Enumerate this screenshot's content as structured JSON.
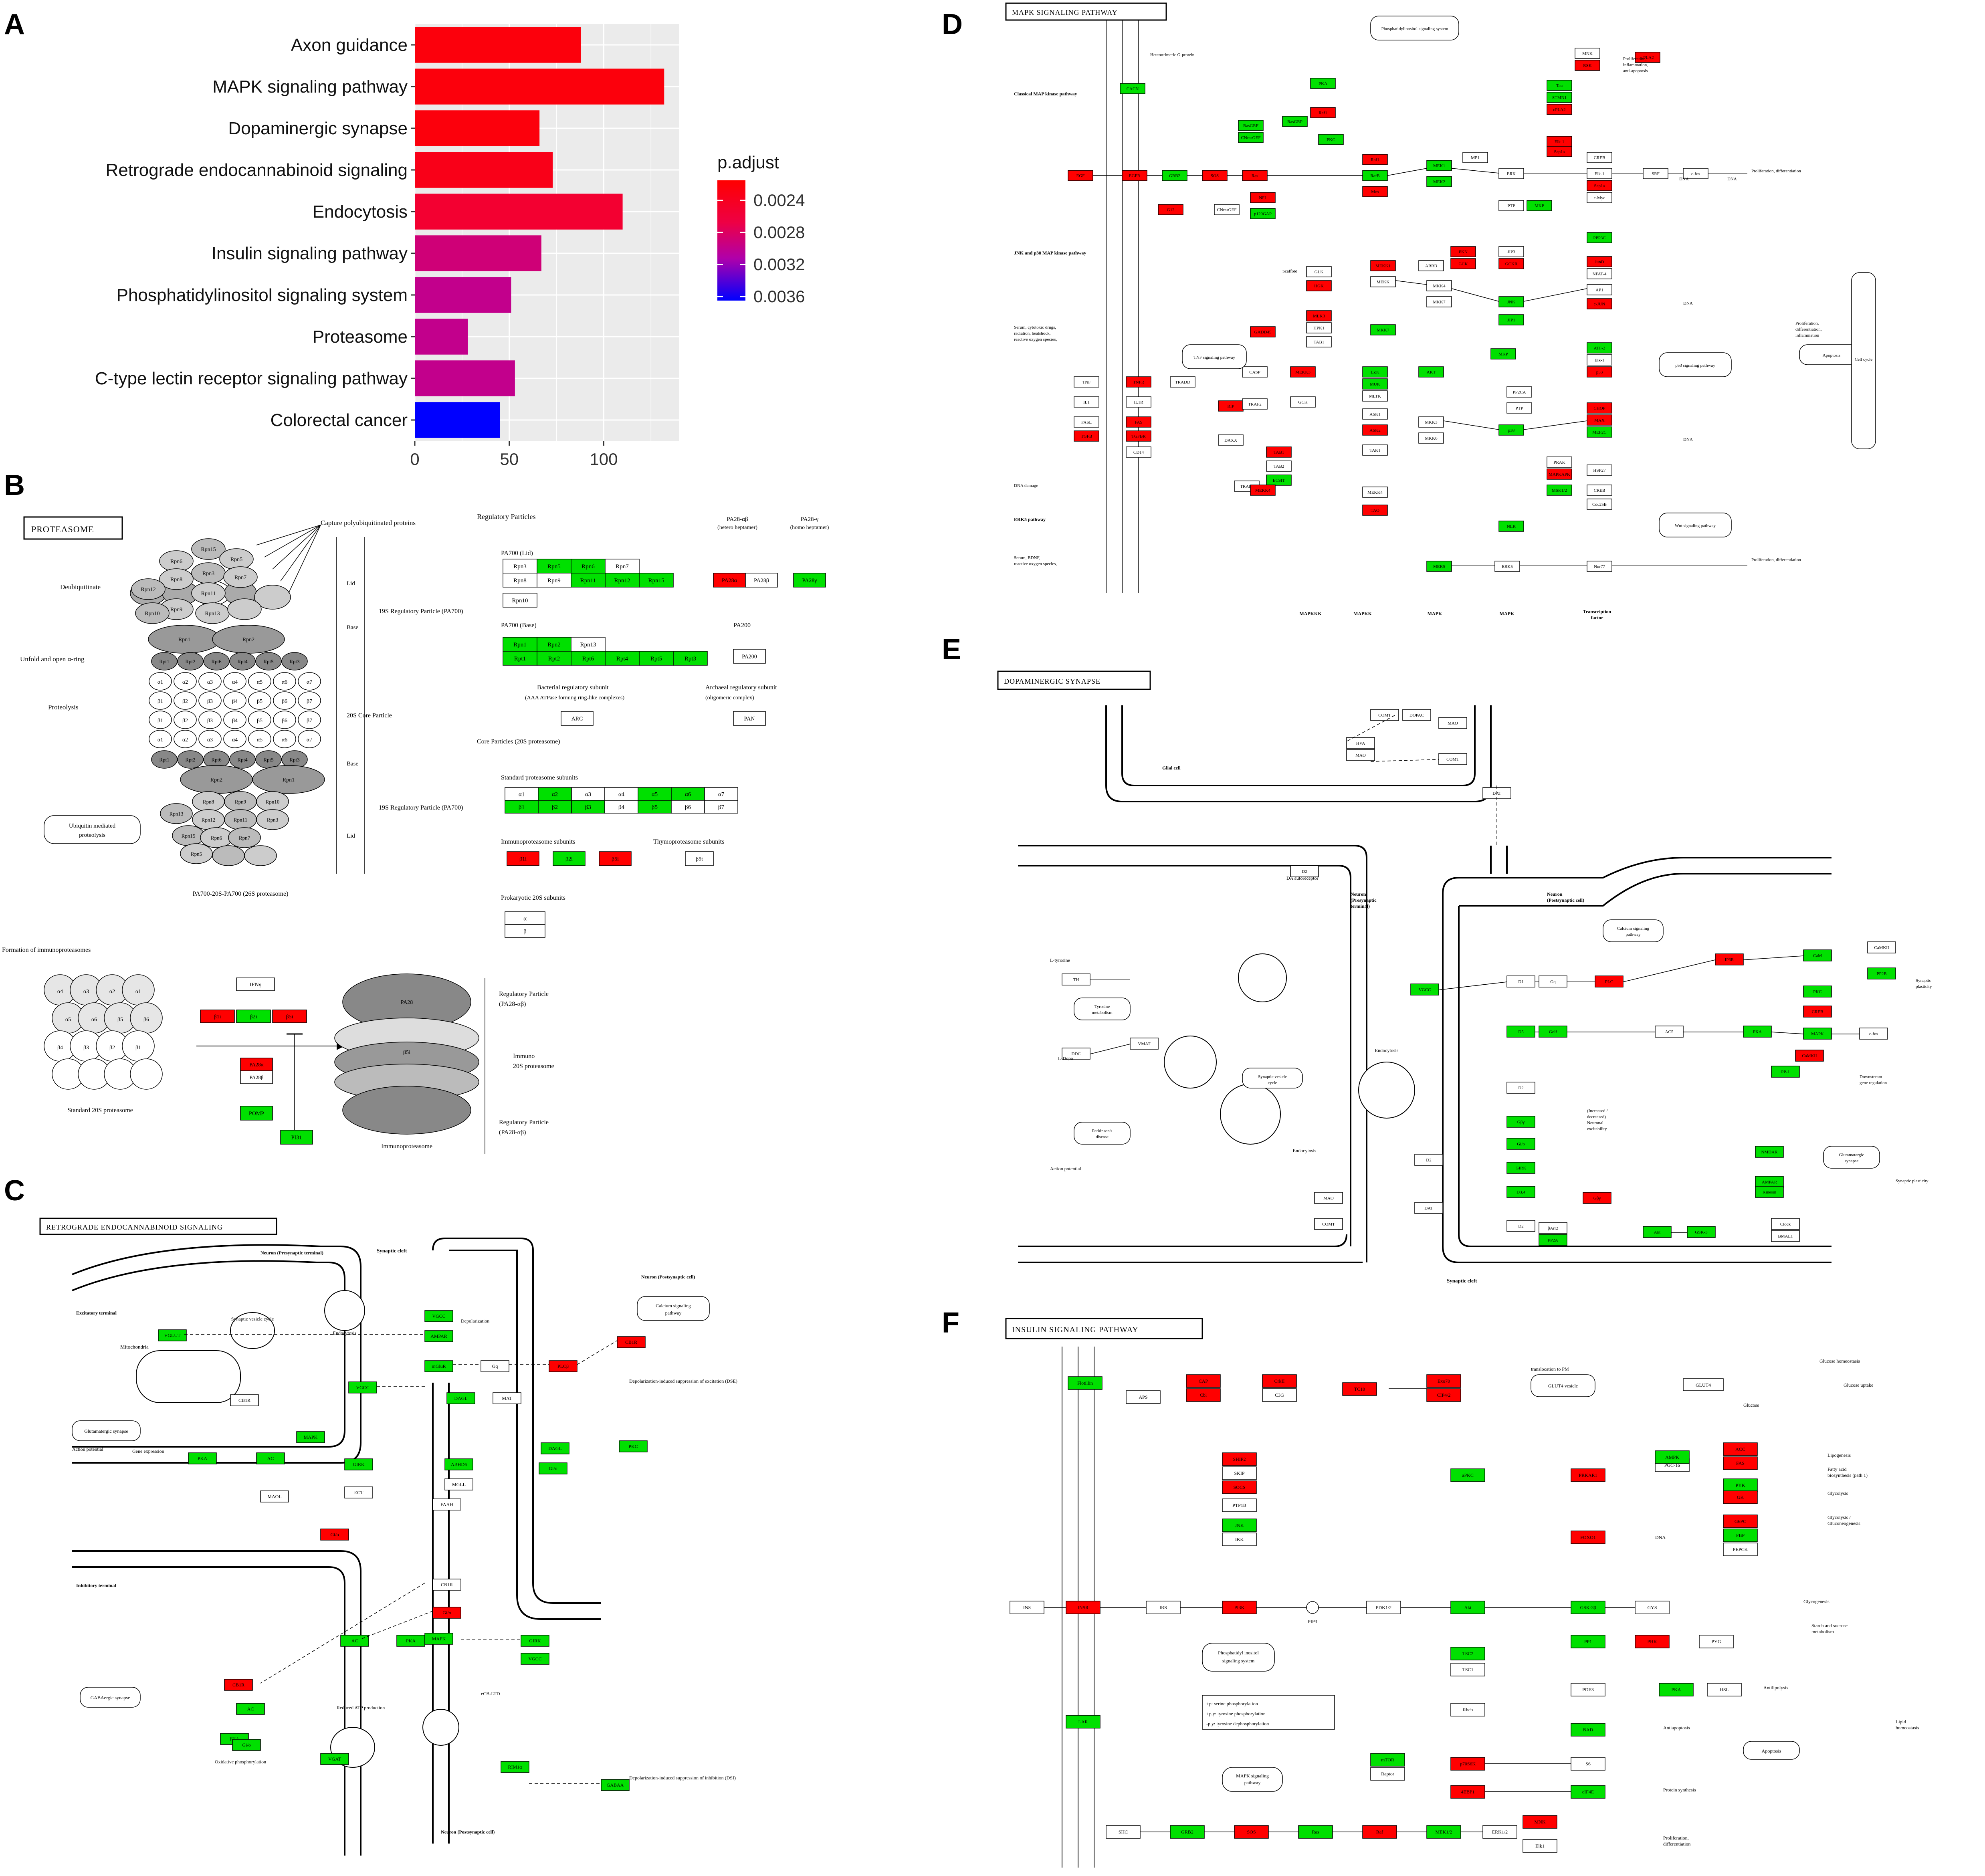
{
  "panels": {
    "A": "A",
    "B": "B",
    "C": "C",
    "D": "D",
    "E": "E",
    "F": "F"
  },
  "chart_data": {
    "type": "bar",
    "orientation": "horizontal",
    "categories": [
      "Axon guidance",
      "MAPK signaling pathway",
      "Dopaminergic synapse",
      "Retrograde endocannabinoid signaling",
      "Endocytosis",
      "Insulin signaling pathway",
      "Phosphatidylinositol signaling system",
      "Proteasome",
      "C-type lectin receptor signaling pathway",
      "Colorectal cancer"
    ],
    "values": [
      88,
      132,
      66,
      73,
      110,
      67,
      51,
      28,
      53,
      45
    ],
    "p_adjust": [
      0.0022,
      0.0022,
      0.0022,
      0.0023,
      0.0025,
      0.0029,
      0.003,
      0.003,
      0.003,
      0.0037
    ],
    "xlim": [
      0,
      140
    ],
    "xticks": [
      "0",
      "50",
      "100"
    ],
    "legend": {
      "title": "p.adjust",
      "ticks": [
        "0.0024",
        "0.0028",
        "0.0032",
        "0.0036"
      ],
      "low_color": "#ff0000",
      "high_color": "#0000ff",
      "placement": "right"
    },
    "grid": true,
    "background": "#ebebeb"
  },
  "proteasome": {
    "title": "PROTEASOME",
    "labels": [
      "Capture polyubiquitinated proteins",
      "Deubiquitinate",
      "Unfold and open α-ring",
      "Proteolysis",
      "Lid",
      "Base",
      "19S Regulatory Particle (PA700)",
      "20S Core Particle",
      "Ubiquitin mediated proteolysis",
      "PA700-20S-PA700 (26S proteasome)",
      "Regulatory Particles",
      "PA700 (Lid)",
      "PA700 (Base)",
      "PA28-αβ (hetero heptamer)",
      "PA28-γ (homo heptamer)",
      "PA200",
      "Bacterial regulatory subunit",
      "ARC",
      "Archaeal regulatory subunit",
      "PAN",
      "Core Particles (20S proteasome)",
      "Standard proteasome subunits",
      "Immunoproteasome subunits",
      "Thymoproteasome subunits",
      "Prokaryotic 20S subunits",
      "Formation of immunoproteasomes",
      "IFNγ",
      "POMP",
      "PI31",
      "Standard 20S proteasome",
      "Immunoproteasome",
      "Regulatory Particle (PA28-αβ)",
      "Immuno 20S proteasome"
    ],
    "lid_top": [
      "Rpn3",
      "Rpn5",
      "Rpn6",
      "Rpn7"
    ],
    "lid_bottom": [
      "Rpn8",
      "Rpn9",
      "Rpn11",
      "Rpn12",
      "Rpn15"
    ],
    "base_top": [
      "Rpn1",
      "Rpn2",
      "Rpn13"
    ],
    "base_bottom": [
      "Rpt1",
      "Rpt2",
      "Rpt6",
      "Rpt4",
      "Rpt5",
      "Rpt3"
    ],
    "alpha": [
      "α1",
      "α2",
      "α3",
      "α4",
      "α5",
      "α6",
      "α7"
    ],
    "beta": [
      "β1",
      "β2",
      "β3",
      "β4",
      "β5",
      "β6",
      "β7"
    ],
    "pa28": [
      "PA28α",
      "PA28β",
      "PA28γ"
    ],
    "immuno": [
      "β1i",
      "β2i",
      "β5i"
    ],
    "thymo": "β5t",
    "prok": [
      "α",
      "β"
    ]
  },
  "retrograde": {
    "title": "RETROGRADE ENDOCANNABINOID SIGNALING",
    "labels": [
      "Synaptic cleft",
      "Neuron (Presynaptic terminal)",
      "Neuron (Postsynaptic cell)",
      "Excitatory terminal",
      "Inhibitory terminal",
      "Mitochondria",
      "Synaptic vesicle cycle",
      "Endocytosis",
      "Depolarization",
      "Calcium signaling pathway",
      "Glutamatergic synapse",
      "Gene expression",
      "Action potential",
      "GABAergic synapse",
      "Reduced ATP production",
      "Depolarization-induced suppression of excitation (DSE)",
      "Depolarization-induced suppression of inhibition (DSI)",
      "Oxidative phosphorylation",
      "eCB-LTD"
    ],
    "genes": [
      "VGLUT",
      "CB1R",
      "MAPK",
      "PKA",
      "AC",
      "MAOL",
      "VGCC",
      "AMPAR",
      "mGluR",
      "Gq",
      "PLCβ",
      "DAGL",
      "NAPE-PLD",
      "FAAH",
      "ABHD6",
      "GIRK",
      "PKC",
      "Gi/o",
      "CB1R",
      "MAPK",
      "AC",
      "PKA",
      "Gi/o",
      "VGAT",
      "GABAA",
      "RIM1α",
      "VGCC",
      "2-AG",
      "AEA"
    ]
  },
  "mapk": {
    "title": "MAPK SIGNALING PATHWAY",
    "labels": [
      "Classical MAP kinase pathway",
      "JNK and p38 MAP kinase pathway",
      "ERK5 pathway",
      "MAPKKK",
      "MAPKK",
      "MAPK",
      "Transcription factor",
      "Proliferation, differentiation",
      "Proliferation, inflammation, anti-apoptosis",
      "Cell cycle",
      "Apoptosis",
      "DNA",
      "Wnt signaling pathway",
      "p53 signaling pathway",
      "TNF signaling pathway",
      "DNA damage",
      "Serum, cytotoxic drugs, radiation, heatshock, reactive oxygen species, lipopolysaccharide, and other stress",
      "Phosphatidylinositol signaling system",
      "Heterotrimeric G-protein",
      "Scaffold"
    ],
    "genes": [
      "CACN",
      "EGF",
      "EGFR",
      "GRB2",
      "SOS",
      "Ras",
      "Raf1",
      "MEK1",
      "MEK2",
      "ERK",
      "MP1",
      "PKC",
      "PKA",
      "RasGRF",
      "CNrasGEF",
      "RasGRP",
      "NF1",
      "p120GAP",
      "Gap1m",
      "G12",
      "cPLA2",
      "Tau",
      "STMN1",
      "Elk-1",
      "Sap1a",
      "SRF",
      "c-Myc",
      "c-fos",
      "CREB",
      "MNK",
      "RSK",
      "NLK",
      "TNF",
      "TNFR",
      "IL1",
      "IL1R",
      "FASL",
      "FAS",
      "TGFB",
      "TGFBR",
      "CD14",
      "TRADD",
      "RIP",
      "DAXX",
      "TAB1",
      "TAK1",
      "GLK",
      "HGK",
      "MLK3",
      "MEKK1",
      "MKK4",
      "MKK7",
      "JNK",
      "c-JUN",
      "ATF-2",
      "JunD",
      "AP1",
      "p53",
      "NFAT-4",
      "NFAT-2",
      "GADD153",
      "MEF2C",
      "MAX",
      "MSK1",
      "p38",
      "MKK3",
      "MKK6",
      "ASK1",
      "LZK",
      "MUK",
      "MLTK",
      "PP2CA",
      "PTP",
      "HSP27",
      "MAPKAPK",
      "MEKK2",
      "MEKK3",
      "MEK5",
      "ERK5",
      "Nur77",
      "PP5",
      "TAO",
      "GADD45",
      "ECSIT",
      "TRAF2",
      "TRAF6",
      "CASP",
      "Ask2",
      "MEKK4",
      "OSM"
    ]
  },
  "dopa": {
    "title": "DOPAMINERGIC SYNAPSE",
    "labels": [
      "Glial cell",
      "Neuron (Presynaptic terminal)",
      "Neuron (Postsynaptic cell)",
      "Synaptic cleft",
      "DA autoreceptor",
      "L-tyrosine",
      "Tyrosine metabolism",
      "Synaptic vesicle cycle",
      "Endocytosis",
      "Parkinson's disease",
      "Action potential",
      "L-Dopa",
      "Calcium signaling pathway",
      "Synaptic plasticity",
      "Downstream gene regulation",
      "(Increased / decreased) Neuronal excitability",
      "Glutamatergic synapse",
      "Synaptic plasticity"
    ],
    "genes": [
      "COMT",
      "DOPAC",
      "MAO",
      "HVA",
      "3-MT",
      "DA",
      "DAT",
      "D2",
      "TH",
      "DDC",
      "VMAT",
      "VGCC",
      "D1",
      "Gq",
      "PLC",
      "IP3R",
      "CaM",
      "CaMKII",
      "PKC",
      "CREB",
      "Golf",
      "AC5",
      "PKA",
      "MAPK",
      "c-fos",
      "PP-1",
      "CREB",
      "D5",
      "Gβγ",
      "Gi/o",
      "GIRK",
      "Kir3",
      "PP2A",
      "Akt",
      "GSK-3",
      "βArr2",
      "D2",
      "D3",
      "D4",
      "NMDAR",
      "AMPAR",
      "Kinesin",
      "Clock",
      "BMAL1",
      "CaMKII",
      "DARPP32"
    ]
  },
  "insulin": {
    "title": "INSULIN SIGNALING PATHWAY",
    "labels": [
      "translocation to PM",
      "GLUT4 vesicle",
      "Glucose uptake",
      "Glucose homeostasis",
      "Glucose",
      "Lipogenesis",
      "Fatty acid biosynthesis (path 1)",
      "Glycolysis",
      "Glycolysis / Gluconeogenesis",
      "DNA",
      "Glycogenesis",
      "Starch and sucrose metabolism",
      "Antilipolysis",
      "Lipid homeostasis",
      "Antiapoptosis",
      "Apoptosis",
      "Protein synthesis",
      "Proliferation, differentiation",
      "Phosphatidyl inositol signaling system",
      "MAPK signaling pathway",
      "+p: serine phosphorylation",
      "+p,y: tyrosine phosphorylation",
      "-p,y: tyrosine dephosphorylation"
    ],
    "genes": [
      "Flotillin",
      "APS",
      "CAP",
      "Cbl",
      "CrkII",
      "C3G",
      "TC10",
      "Exo70",
      "CIP4/2",
      "GLUT4",
      "SHIP2",
      "SKIP",
      "SOCS",
      "PTP1B",
      "JNK",
      "IKK",
      "INS",
      "INSR",
      "IRS",
      "PI3K",
      "PIP3",
      "PDK1/2",
      "Akt",
      "aPKC",
      "PRKAR1",
      "PGC-1α",
      "FOXO1",
      "AMPK",
      "ACC",
      "FAS",
      "PYK",
      "GK",
      "G6PC",
      "FBP",
      "PEPCK",
      "GSK-3β",
      "GYS",
      "PP1",
      "PHK",
      "PYG",
      "PDE3",
      "PKA",
      "HSL",
      "cAMP",
      "BAD",
      "TSC2",
      "TSC1",
      "Rheb",
      "mTOR",
      "Raptor",
      "p70S6K",
      "S6",
      "4EBP1",
      "eIF4E",
      "MNK",
      "LAR",
      "SHC",
      "GRB2",
      "SOS",
      "Ras",
      "Raf",
      "MEK1/2",
      "ERK1/2",
      "Elk1"
    ]
  }
}
